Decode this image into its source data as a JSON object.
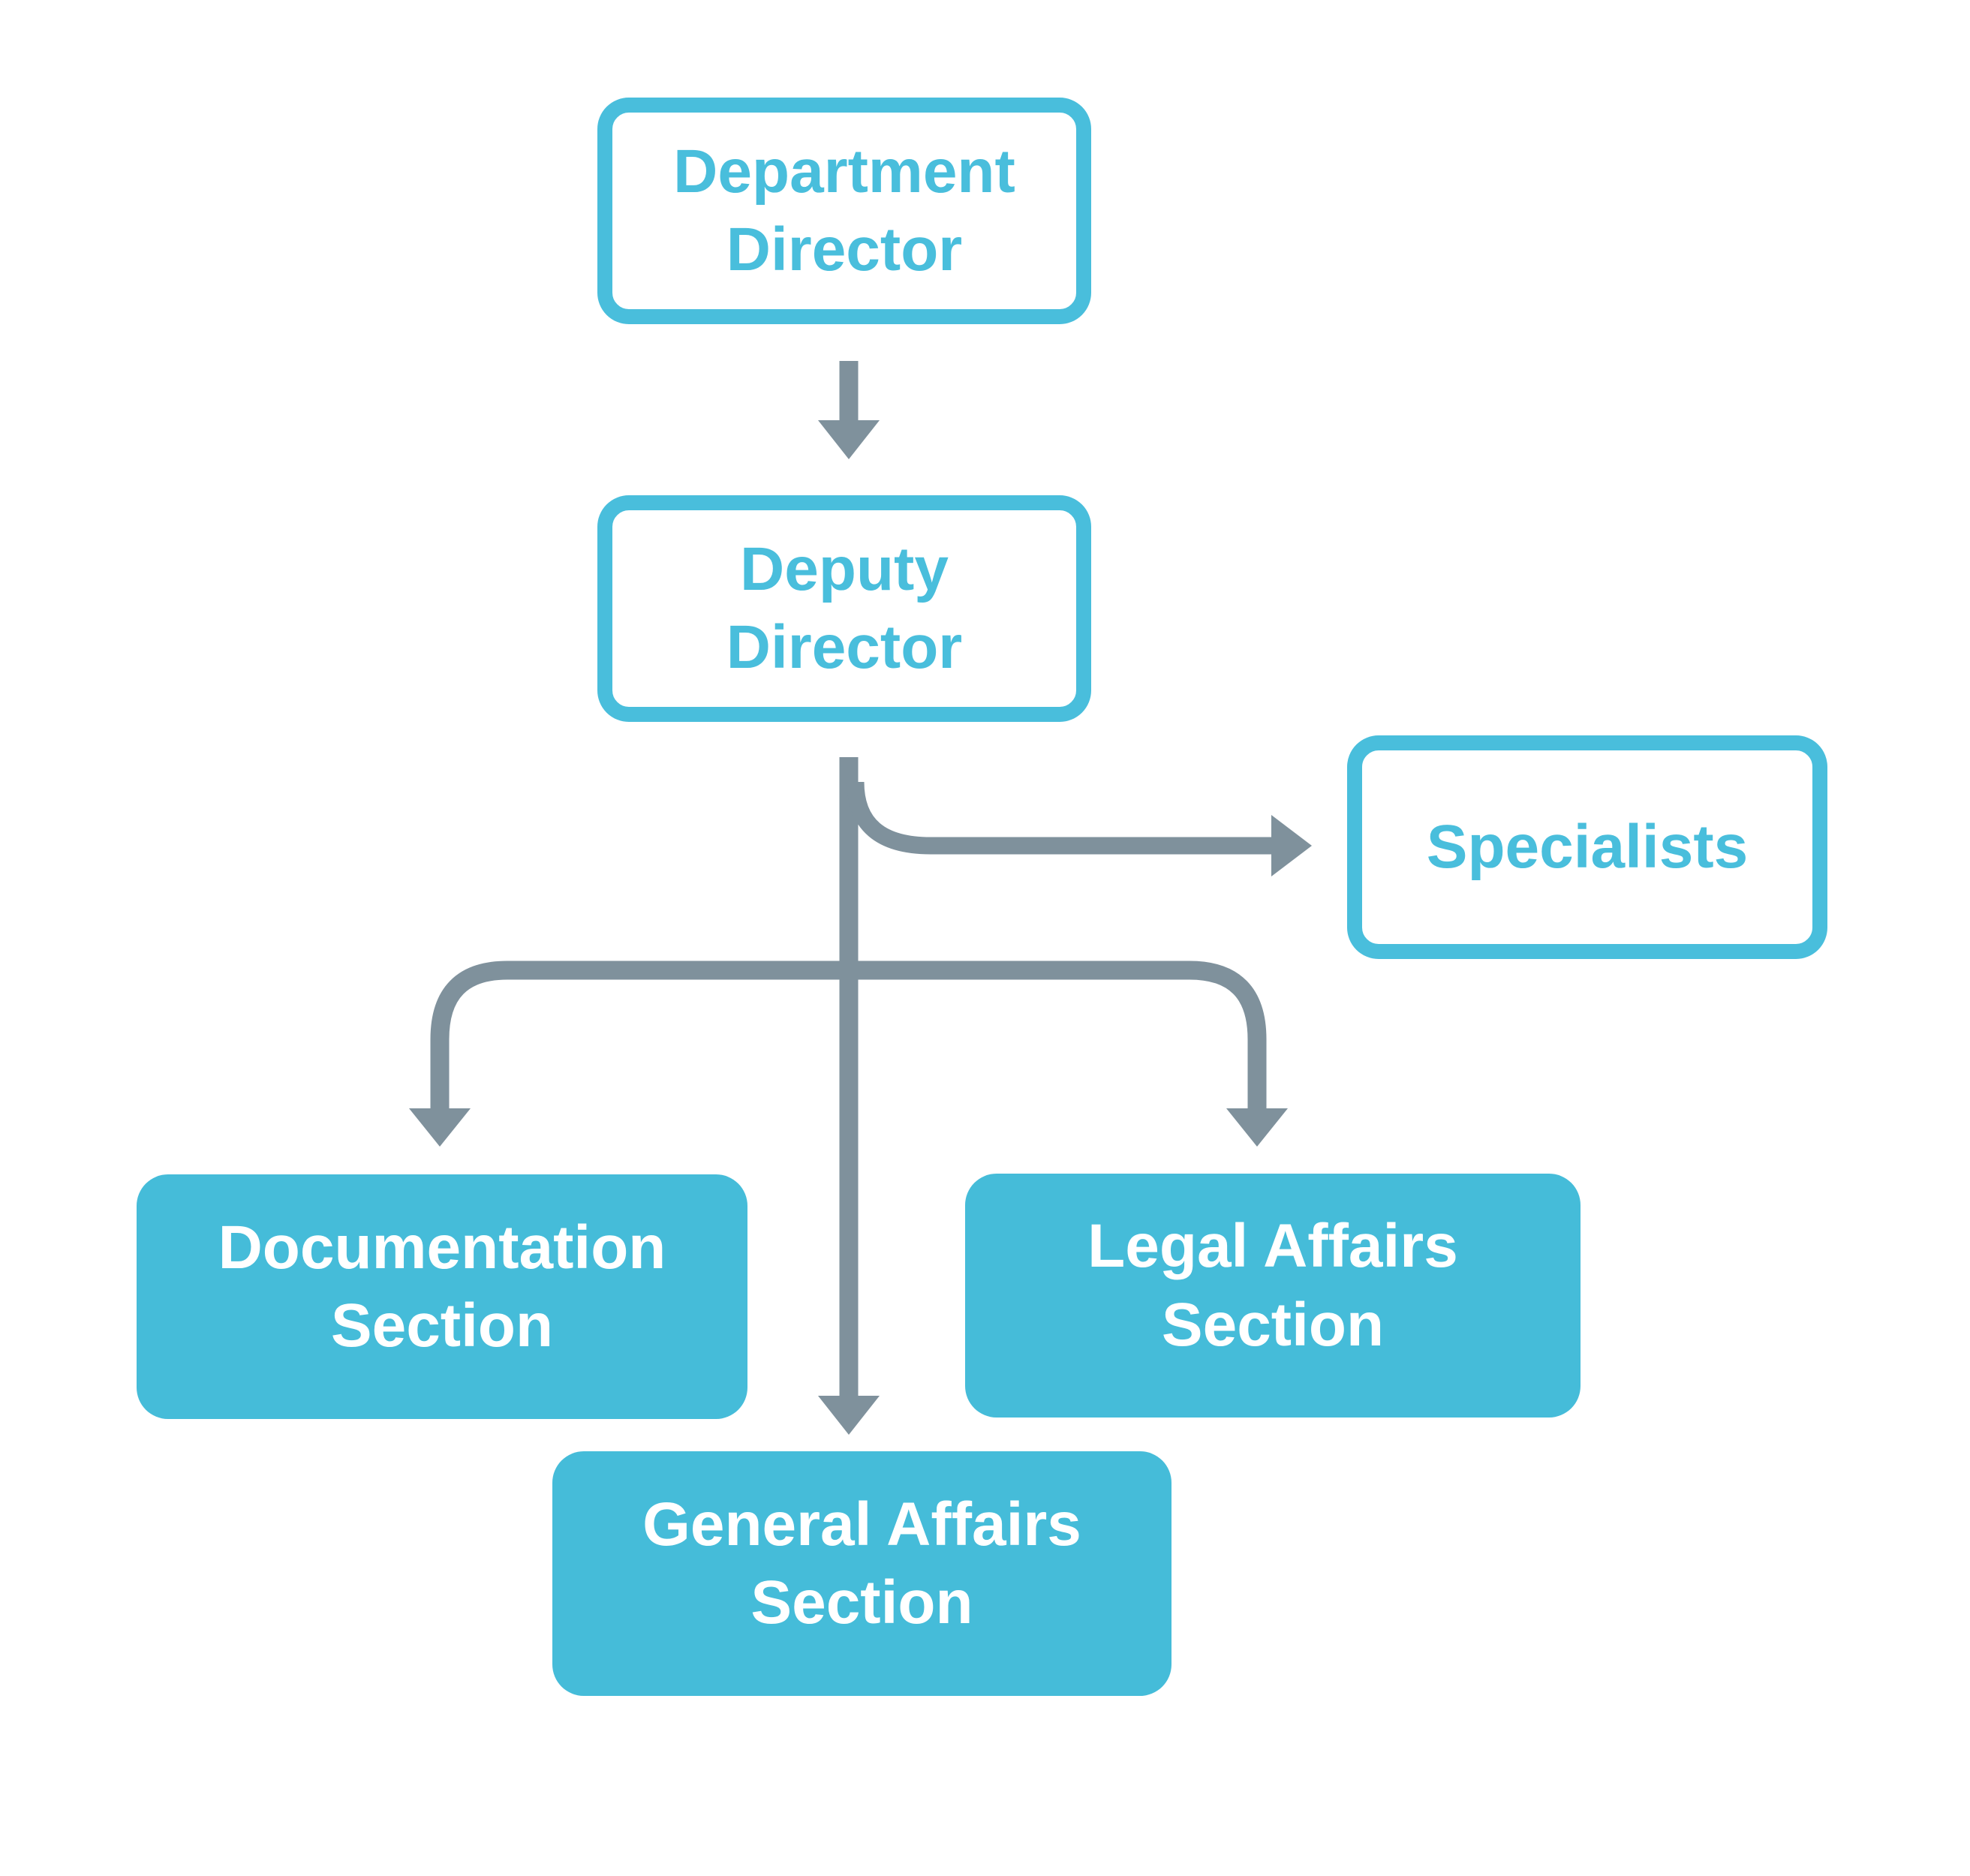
{
  "diagram_type": "org-chart",
  "nodes": {
    "department_director": {
      "line1": "Department",
      "line2": "Director",
      "style": "outline"
    },
    "deputy_director": {
      "line1": "Deputy",
      "line2": "Director",
      "style": "outline"
    },
    "specialists": {
      "line1": "Specialists",
      "style": "outline"
    },
    "documentation_section": {
      "line1": "Documentation",
      "line2": "Section",
      "style": "solid"
    },
    "general_affairs_section": {
      "line1": "General Affairs",
      "line2": "Section",
      "style": "solid"
    },
    "legal_affairs_section": {
      "line1": "Legal Affairs",
      "line2": "Section",
      "style": "solid"
    }
  },
  "edges": [
    {
      "from": "department_director",
      "to": "deputy_director"
    },
    {
      "from": "deputy_director",
      "to": "specialists"
    },
    {
      "from": "deputy_director",
      "to": "documentation_section"
    },
    {
      "from": "deputy_director",
      "to": "general_affairs_section"
    },
    {
      "from": "deputy_director",
      "to": "legal_affairs_section"
    }
  ],
  "colors": {
    "accent": "#49BEDC",
    "solid_fill": "#45BCD9",
    "connector": "#7F919C",
    "text_on_solid": "#FFFFFF",
    "background": "#FFFFFF"
  }
}
